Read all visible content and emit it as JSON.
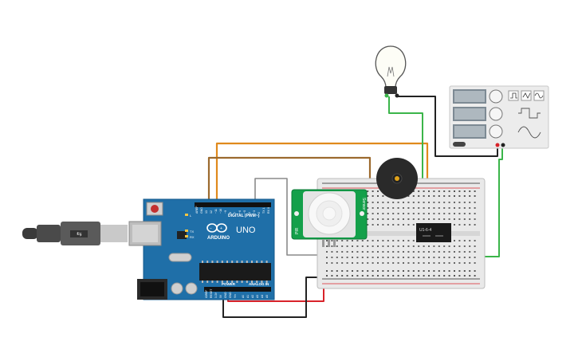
{
  "arduino": {
    "logo_text": "ARDUINO",
    "model": "UNO",
    "digital_header": "DIGITAL (PWM~)",
    "power_header": "POWER",
    "analog_header": "ANALOG IN",
    "led_tx": "TX",
    "led_rx": "RX",
    "led_l": "L",
    "digital_pins": [
      "AREF",
      "GND",
      "13",
      "12",
      "~11",
      "~10",
      "~9",
      "8",
      "7",
      "~6",
      "~5",
      "4",
      "~3",
      "2",
      "TX 1",
      "RX 0"
    ],
    "power_pins": [
      "IOREF",
      "RESET",
      "3.3V",
      "5V",
      "GND",
      "GND",
      "Vin"
    ],
    "analog_pins": [
      "A0",
      "A1",
      "A2",
      "A3",
      "A4",
      "A5"
    ]
  },
  "pir_sensor": {
    "left_label": "PIR",
    "right_label": "Sensor"
  },
  "relay": {
    "label": "U1-6-4"
  },
  "function_generator": {
    "waveforms": [
      "square",
      "triangle",
      "sine"
    ]
  },
  "colors": {
    "arduino_blue": "#1f6fa8",
    "pir_green": "#14a04a",
    "wire_orange": "#e08a1c",
    "wire_brown": "#9c6a2e",
    "wire_gray": "#8a8a8a",
    "wire_green": "#3bb54a",
    "wire_red": "#d8232a",
    "wire_black": "#222222"
  }
}
